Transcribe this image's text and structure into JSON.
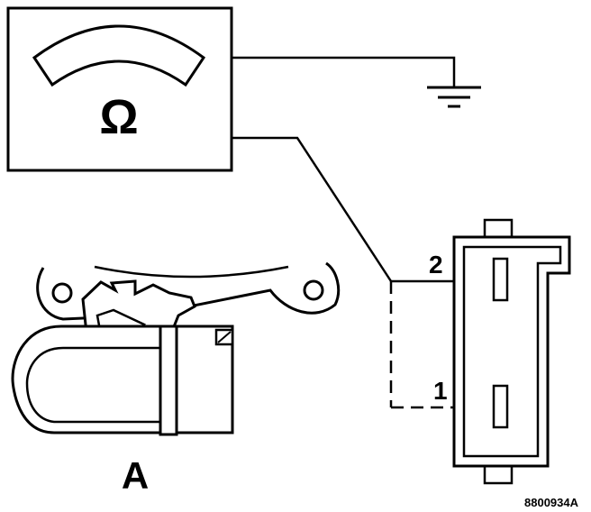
{
  "meter": {
    "symbol": "Ω"
  },
  "connector": {
    "pin_top_label": "2",
    "pin_bottom_label": "1"
  },
  "component": {
    "label": "A"
  },
  "figure": {
    "reference": "8800934A"
  },
  "colors": {
    "ink": "#000000",
    "paper": "#ffffff"
  },
  "icons": {
    "ground": "ground-symbol-icon"
  }
}
